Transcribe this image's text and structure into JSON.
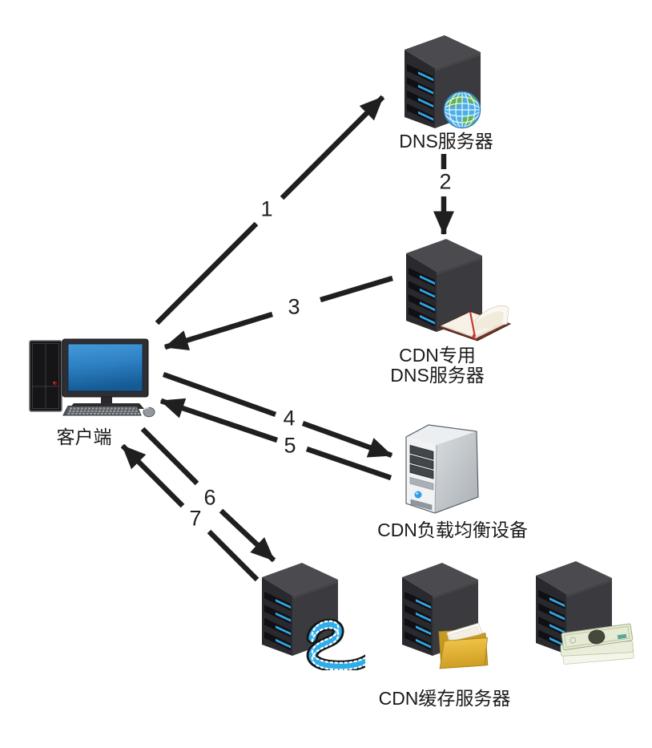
{
  "nodes": {
    "client": {
      "label": "客户端"
    },
    "dns_server": {
      "label": "DNS服务器"
    },
    "cdn_dns_server": {
      "label_line1": "CDN专用",
      "label_line2": "DNS服务器"
    },
    "load_balancer": {
      "label": "CDN负载均衡设备"
    },
    "cache_server": {
      "label": "CDN缓存服务器"
    }
  },
  "steps": [
    {
      "label": "1",
      "from": "客户端",
      "to": "DNS服务器"
    },
    {
      "label": "2",
      "from": "DNS服务器",
      "to": "CDN专用DNS服务器"
    },
    {
      "label": "3",
      "from": "CDN专用DNS服务器",
      "to": "客户端"
    },
    {
      "label": "4",
      "from": "客户端",
      "to": "CDN负载均衡设备"
    },
    {
      "label": "5",
      "from": "CDN负载均衡设备",
      "to": "客户端"
    },
    {
      "label": "6",
      "from": "客户端",
      "to": "CDN缓存服务器"
    },
    {
      "label": "7",
      "from": "CDN缓存服务器",
      "to": "客户端"
    }
  ],
  "icons": {
    "client": "desktop-computer-icon",
    "dns_server": "server-tower-globe-icon",
    "cdn_dns_server": "server-tower-book-icon",
    "load_balancer": "silver-server-tower-icon",
    "cache_server_video": "server-tower-film-icon",
    "cache_server_files": "server-tower-folder-icon",
    "cache_server_money": "server-tower-money-icon"
  },
  "colors": {
    "background": "#ffffff",
    "arrow": "#1f1f1f",
    "text": "#1a1a1a",
    "led_blue": "#2fa8e6",
    "screen_blue": "#2e82c5",
    "server_dark": "#3b3b3f",
    "server_silver": "#d9dde0",
    "globe_blue": "#4aafe9",
    "book_maroon": "#6e352a",
    "film_blue": "#2fadea",
    "folder_yellow": "#e2b232",
    "money_green": "#e6ead3"
  }
}
